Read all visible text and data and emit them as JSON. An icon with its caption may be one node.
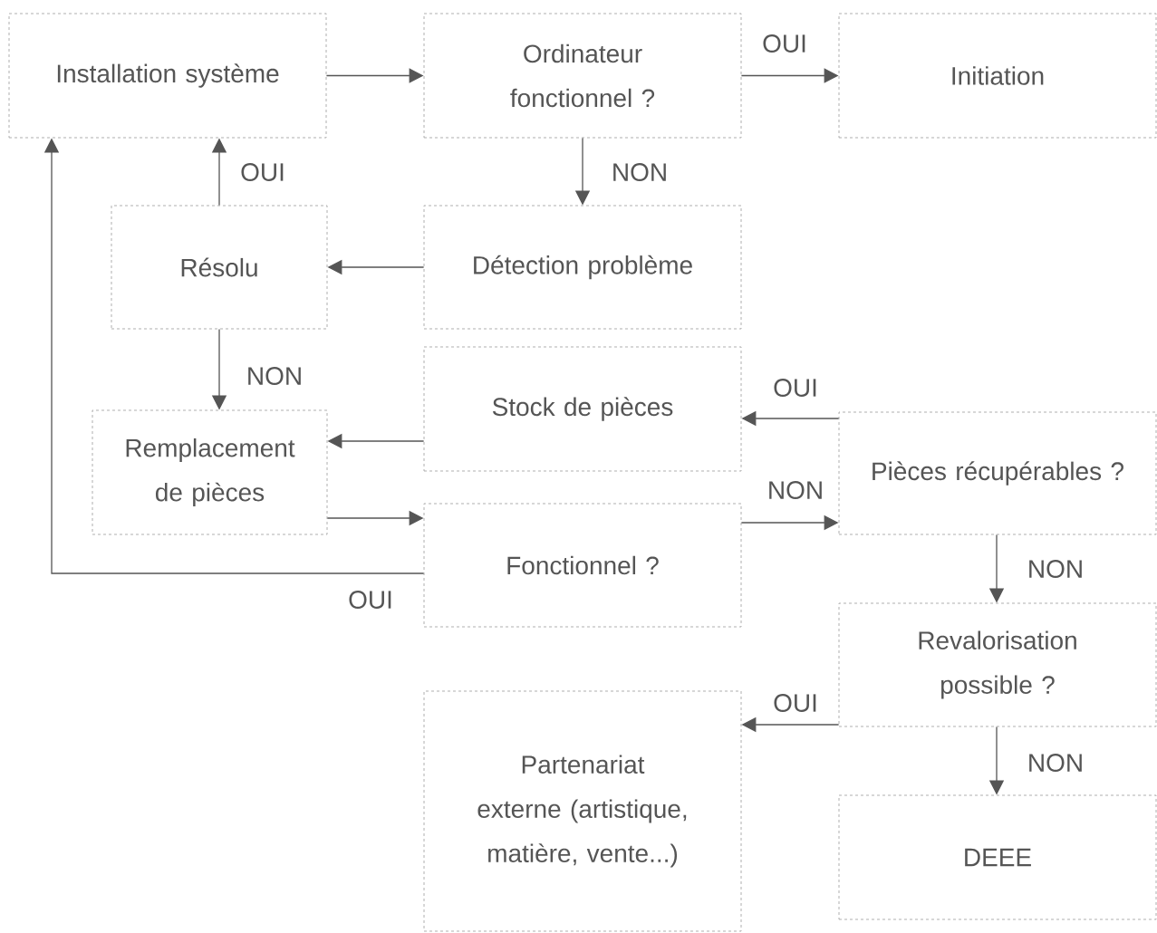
{
  "diagram": {
    "nodes": [
      {
        "text": [
          "Installation système"
        ]
      },
      {
        "text": [
          "Ordinateur fonctionnel ?"
        ]
      },
      {
        "text": [
          "Initiation"
        ]
      },
      {
        "text": [
          "Résolu"
        ]
      },
      {
        "text": [
          "Détection problème"
        ]
      },
      {
        "text": [
          "Stock de pièces"
        ]
      },
      {
        "text": [
          "Remplacement de pièces"
        ]
      },
      {
        "text": [
          "Pièces récupérables ?"
        ]
      },
      {
        "text": [
          "Fonctionnel ?"
        ]
      },
      {
        "text": [
          "Revalorisation possible ?"
        ]
      },
      {
        "text": [
          "Partenariat externe (artistique, matière, vente...)"
        ]
      },
      {
        "text": [
          "DEEE"
        ]
      }
    ],
    "edges": [
      {
        "from": 0,
        "to": 1,
        "arrow": "to"
      },
      {
        "from": 1,
        "to": 2,
        "arrow": "to",
        "label": "OUI"
      },
      {
        "from": 1,
        "to": 4,
        "arrow": "to",
        "label": "NON"
      },
      {
        "from": 4,
        "to": 3,
        "arrow": "to"
      },
      {
        "from": 3,
        "to": 0,
        "arrow": "to",
        "label": "OUI"
      },
      {
        "from": 3,
        "to": 6,
        "arrow": "to",
        "label": "NON"
      },
      {
        "from": 5,
        "to": 6,
        "arrow": "to"
      },
      {
        "from": 6,
        "to": 8,
        "arrow": "to"
      },
      {
        "from": 8,
        "to": 7,
        "arrow": "to",
        "label": "NON"
      },
      {
        "from": 7,
        "to": 5,
        "arrow": "to",
        "label": "OUI"
      },
      {
        "from": 8,
        "to": 0,
        "arrow": "to",
        "label": "OUI"
      },
      {
        "from": 7,
        "to": 9,
        "arrow": "to",
        "label": "NON"
      },
      {
        "from": 9,
        "to": 10,
        "arrow": "to",
        "label": "OUI"
      },
      {
        "from": 9,
        "to": 11,
        "arrow": "to",
        "label": "NON"
      }
    ]
  }
}
